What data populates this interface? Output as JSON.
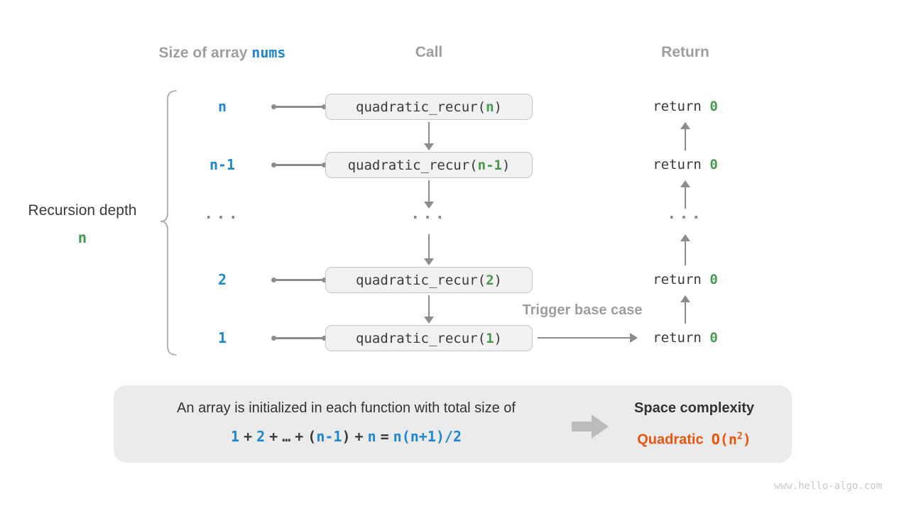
{
  "colors": {
    "accent_blue": "#1e87d2",
    "accent_green": "#45994b",
    "accent_orange": "#ea540e",
    "heading_gray": "#9e9e9e",
    "arrow_gray": "#8c8c8c",
    "box_fill": "#f1f1f1",
    "panel_fill": "#ebebeb"
  },
  "headers": {
    "size_label": "Size of array ",
    "size_code": "nums",
    "call": "Call",
    "return": "Return"
  },
  "left": {
    "label": "Recursion depth",
    "value": "n"
  },
  "code": {
    "fn": "quadratic_recur(",
    "close": ")",
    "return_kw": "return "
  },
  "rows": [
    {
      "size": "n",
      "arg": "n",
      "ret": "0"
    },
    {
      "size": "n-1",
      "arg": "n-1",
      "ret": "0"
    },
    {
      "size": "...",
      "call": "...",
      "ret": "..."
    },
    {
      "size": "2",
      "arg": "2",
      "ret": "0"
    },
    {
      "size": "1",
      "arg": "1",
      "ret": "0"
    }
  ],
  "trigger_label": "Trigger base case",
  "summary": {
    "line1": "An array is initialized in each function with total size of",
    "formula": {
      "t1": "1",
      "p1": "+",
      "t2": "2",
      "p2": "+",
      "dots": "…",
      "p3": "+",
      "lp": "(",
      "nm1": "n-1",
      "rp": ")",
      "p4": "+",
      "n": "n",
      "eq": "=",
      "rhs": "n(n+1)/2"
    },
    "space_title": "Space complexity",
    "complexity_word": "Quadratic",
    "big_o_open": "O(n",
    "big_o_sup": "2",
    "big_o_close": ")"
  },
  "watermark": "www.hello-algo.com"
}
